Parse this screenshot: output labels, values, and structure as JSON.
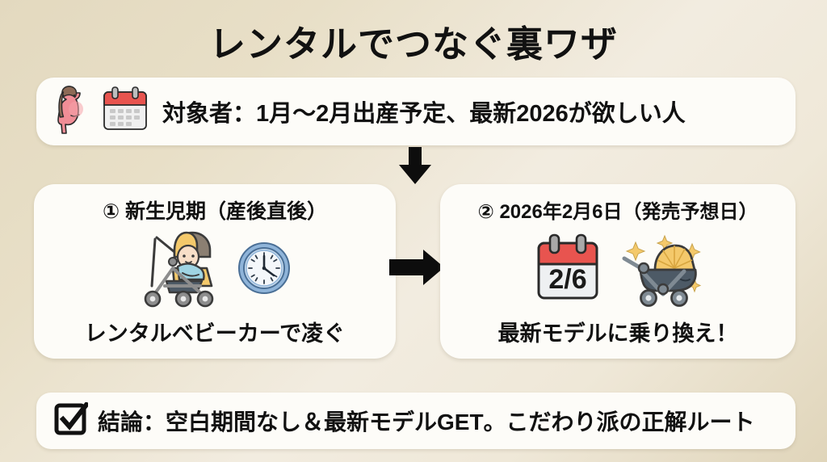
{
  "title": "レンタルでつなぐ裏ワザ",
  "top_banner": {
    "icons": [
      "pregnant-woman-emoji",
      "calendar-emoji"
    ],
    "text": "対象者：1月〜2月出産予定、最新2026が欲しい人"
  },
  "arrows": {
    "down": "arrow-down-icon",
    "right": "arrow-right-icon"
  },
  "steps": [
    {
      "heading": "① 新生児期（産後直後）",
      "icons": [
        "baby-stroller-emoji",
        "clock-emoji"
      ],
      "caption": "レンタルベビーカーで凌ぐ"
    },
    {
      "heading": "② 2026年2月6日（発売予想日）",
      "icons": [
        "calendar-2-6-emoji",
        "sparkling-baby-carriage-emoji"
      ],
      "calendar_date": "2/6",
      "caption": "最新モデルに乗り換え！"
    }
  ],
  "bottom_banner": {
    "icon": "checkbox-checked-icon",
    "text": "結論：空白期間なし＆最新モデルGET。こだわり派の正解ルート"
  },
  "colors": {
    "background_light": "#f2ece0",
    "background_dark": "#e3d9bf",
    "panel": "#fdfcf8",
    "text": "#111111",
    "calendar_red": "#e8544f",
    "stroller_yellow": "#f4c96b",
    "carriage_navy": "#4d5a66",
    "clock_blue": "#8fb4d9",
    "pregnant_pink": "#f08d96"
  }
}
